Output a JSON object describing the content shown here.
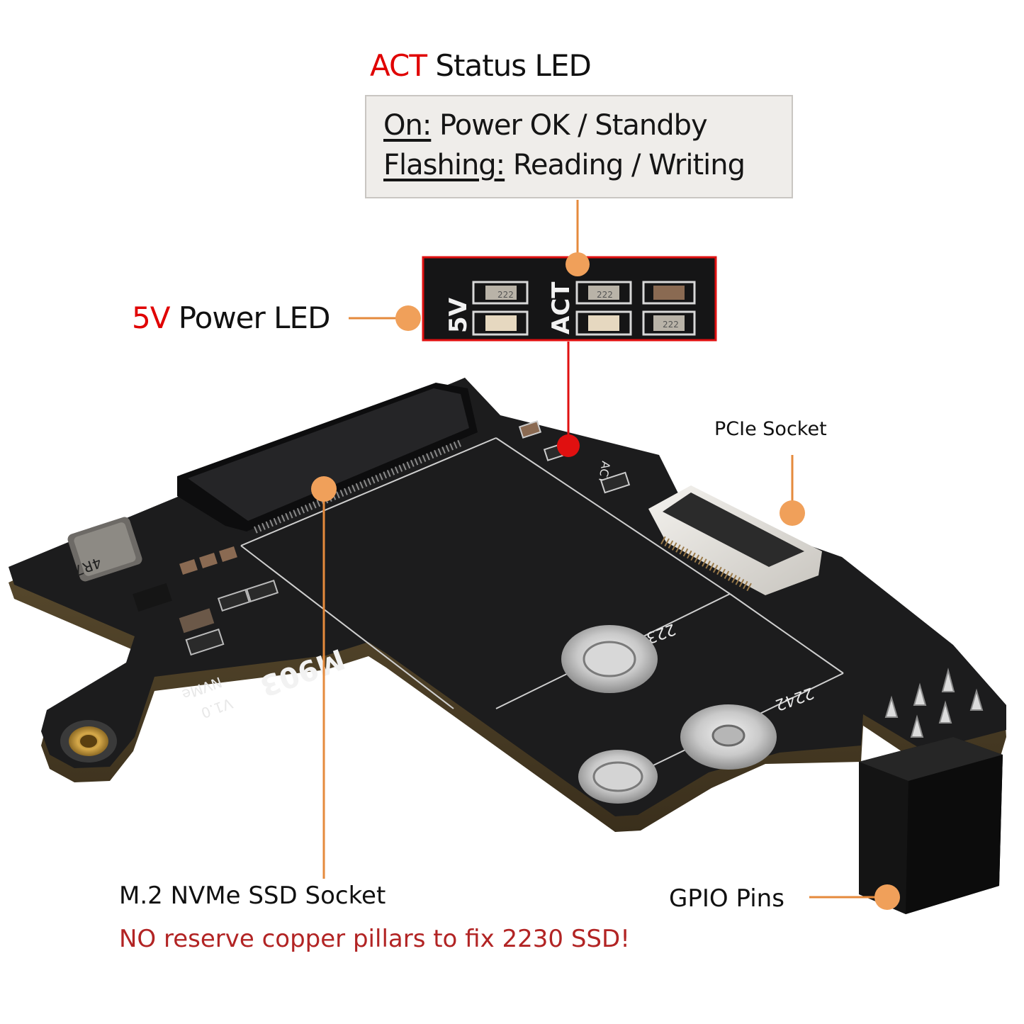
{
  "act_status": {
    "highlight": "ACT",
    "rest": " Status LED",
    "line1_key": "On:",
    "line1_value": " Power OK / Standby",
    "line2_key": "Flashing:",
    "line2_value": " Reading / Writing"
  },
  "power_led": {
    "highlight": "5V",
    "rest": " Power LED"
  },
  "board": {
    "silk_5v": "5V",
    "silk_act": "ACT",
    "silk_act_small": "ACT",
    "model": "M903",
    "version": "V1.0",
    "type": "NVMe",
    "inductor": "4R7",
    "size_2230": "2230",
    "size_2242": "2242",
    "resistor_code": "222"
  },
  "pcie": {
    "label": "PCIe Socket"
  },
  "m2": {
    "label": "M.2 NVMe SSD Socket",
    "warning": "NO reserve copper pillars to fix 2230 SSD!"
  },
  "gpio": {
    "label": "GPIO Pins"
  },
  "colors": {
    "accent_red": "#e00000",
    "callout_orange": "#f0a05a",
    "callout_line": "#e58a3c",
    "warning_red": "#b22424",
    "pcb": "#1b1b1c",
    "pcb_edge": "#5a4a2e"
  }
}
